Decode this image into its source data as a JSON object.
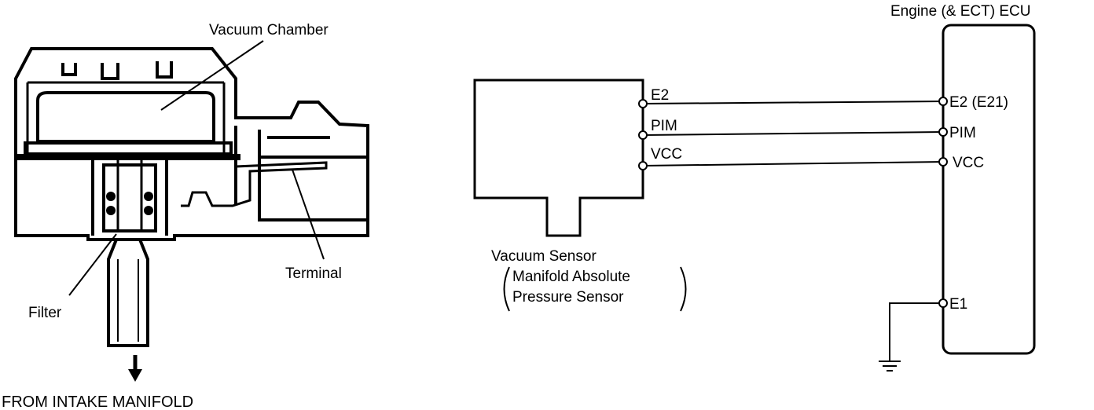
{
  "sensor_cutaway": {
    "labels": {
      "vacuum_chamber": "Vacuum Chamber",
      "terminal": "Terminal",
      "filter": "Filter",
      "from_intake": "FROM INTAKE MANIFOLD"
    }
  },
  "wiring": {
    "ecu_title": "Engine (& ECT) ECU",
    "sensor_pins": [
      "E2",
      "PIM",
      "VCC"
    ],
    "ecu_pins": [
      "E2 (E21)",
      "PIM",
      "VCC",
      "E1"
    ],
    "sensor_label_line1": "Vacuum Sensor",
    "sensor_label_line2": "Manifold Absolute",
    "sensor_label_line3": "Pressure Sensor"
  }
}
